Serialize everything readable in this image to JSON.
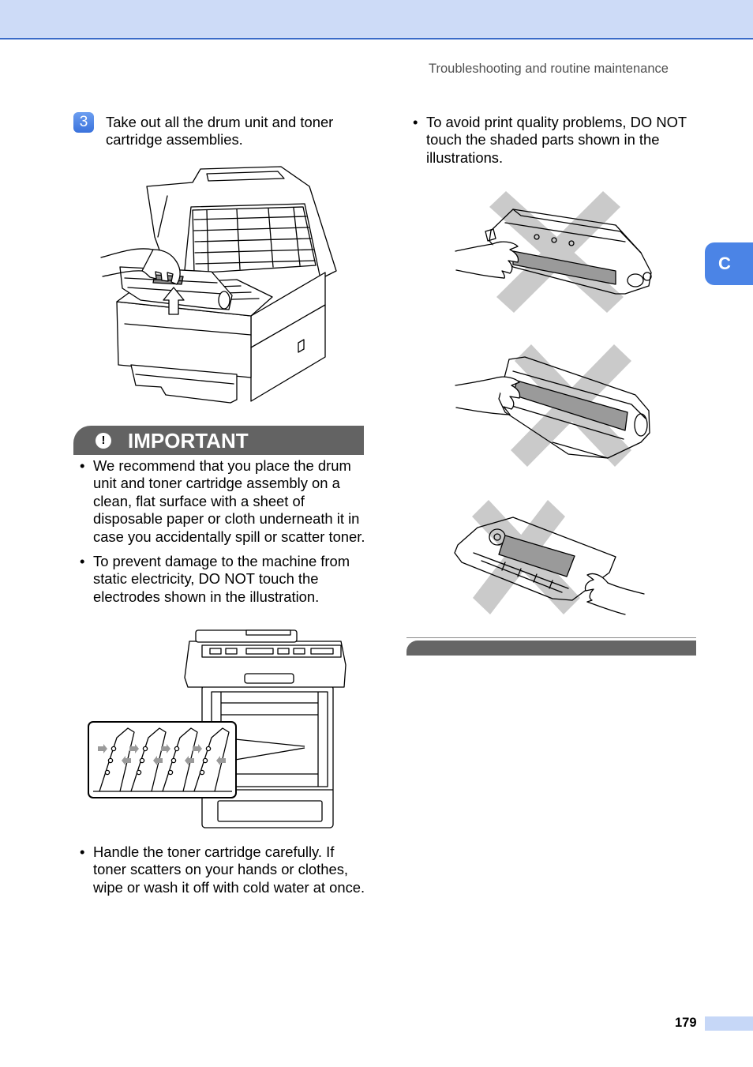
{
  "header": {
    "running_title": "Troubleshooting and routine maintenance"
  },
  "side_tab": {
    "letter": "C"
  },
  "bullet_glyph": "•",
  "step": {
    "number": "3",
    "lines": [
      "Take out all the drum unit and toner",
      "cartridge assemblies."
    ]
  },
  "important": {
    "title": "IMPORTANT",
    "icon": "exclamation-circle-icon",
    "icon_glyph": "!",
    "bullets": [
      {
        "lines": [
          "We recommend that you place the drum",
          "unit and toner cartridge assembly on a",
          "clean, flat surface with a sheet of",
          "disposable paper or cloth underneath it in",
          "case you accidentally spill or scatter toner."
        ]
      },
      {
        "lines": [
          "To prevent damage to the machine from",
          "static electricity, DO NOT touch the",
          "electrodes shown in the illustration."
        ]
      }
    ]
  },
  "handling_note": {
    "lines": [
      "Handle the toner cartridge carefully. If",
      "toner scatters on your hands or clothes,",
      "wipe or wash it off with cold water at once."
    ]
  },
  "shaded_parts_note": {
    "lines": [
      "To avoid print quality problems, DO NOT",
      "touch the shaded parts shown in the",
      "illustrations."
    ]
  },
  "illustrations": [
    "printer-drum-removal",
    "printer-electrodes-detail",
    "toner-cartridge-do-not-touch",
    "drum-unit-do-not-touch",
    "drum-unit-underside-do-not-touch"
  ],
  "footer": {
    "page_number": "179"
  },
  "colors": {
    "header_band": "#cddbf7",
    "header_rule": "#3a6bc8",
    "accent_blue": "#4b84e6",
    "important_banner": "#636363",
    "cross_mark": "#cacaca",
    "shaded_part": "#9a9a9a",
    "page_tab": "#c6d7f7"
  }
}
